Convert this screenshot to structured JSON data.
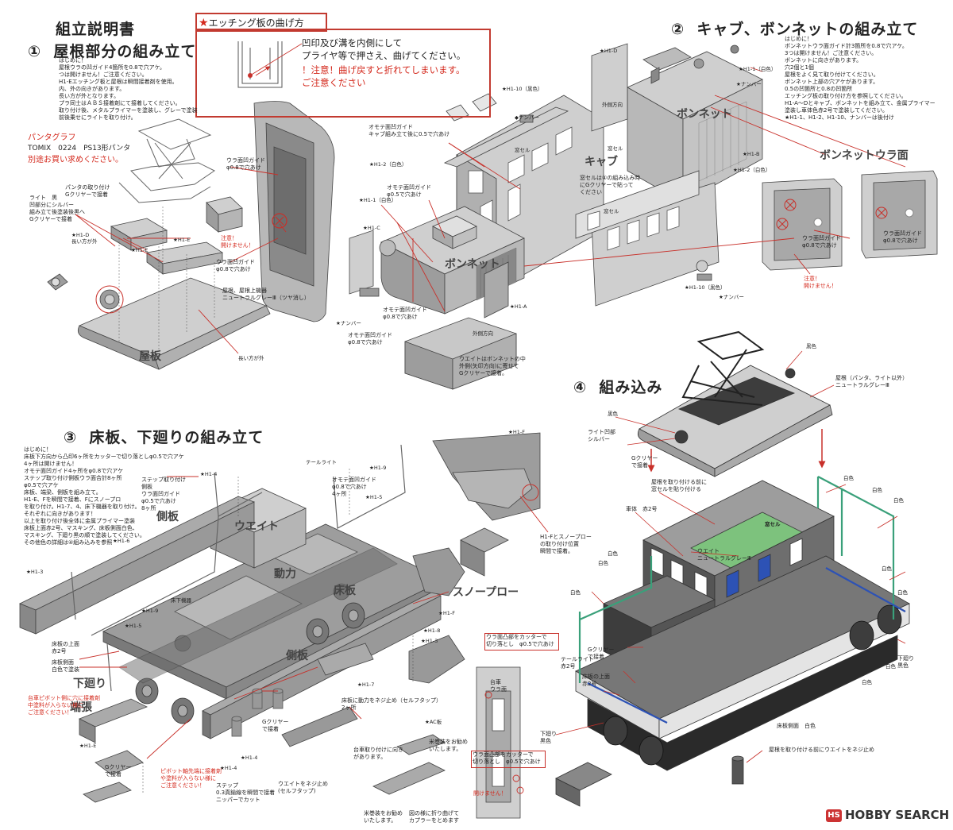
{
  "doc_title": "組立説明書",
  "sections": {
    "s1": {
      "num": "①",
      "title": "屋根部分の組み立て"
    },
    "s2": {
      "num": "②",
      "title": "キャブ、ボンネットの組み立て"
    },
    "s3": {
      "num": "③",
      "title": "床板、下廻りの組み立て"
    },
    "s4": {
      "num": "④",
      "title": "組み込み"
    }
  },
  "etching_box": {
    "title": "エッチング板の曲げ方",
    "line1": "凹印及び溝を内側にして\nプライヤ等で押さえ、曲げてください。",
    "line2": "！注意！曲げ戻すと折れてしまいます。\nご注意ください"
  },
  "s1_notes": "はじめに！\n屋根ウラの凹ガイド4箇所を0.8で穴アケ。\nつは開けません！ご注意ください。\nH1-Eエッチング板と屋根は瞬間接着剤を使用。\n内、外の向きがあります。\n長い方が外となります。\nプラ同士はＡＢＳ接着剤にて接着してください。\n取り付け後、メタルプライマーを塗装し、グレーで塗装\n前後乗せにライトを取り付け。",
  "pantograph": {
    "head": "パンタグラフ",
    "model": "TOMIX　0224　PS13形パンタ",
    "note": "別途お買い求めください。"
  },
  "s1_labels": {
    "panta_mount": "パンタの取り付け\nGクリヤーで接着",
    "light": "ライト　黒\n凹部分にシルバー\n組み立て後塗装後黒へ\nGクリヤーで接着",
    "h1d": "★H1-D\n長い方が外",
    "h1e_a": "★H1-E",
    "h1e_b": "★H1-E",
    "roof_guide": "ウラ面凹ガイド\nφ0.8で穴あけ",
    "caution": "注意！\n開けません！",
    "roof_guide2": "ウラ面凹ガイド\nφ0.8で穴あけ",
    "roof_paint": "屋根、屋根上機器\nニュートラルグレーⅢ（ツヤ消し）",
    "long_side": "長い方が外",
    "roof": "屋板"
  },
  "s2_notes": "はじめに！\nボンネットウラ面ガイド計3箇所を0.8で穴アケ。\n3つは開けません！ご注意ください。\nボンネットに向きがあります。\n穴2個と1個\n屋根をよく見て取り付けてください。\nボンネット上部の穴アケがあります。\n0.5の凹箇所と0.8の凹箇所\nエッチング板の取り付け方を参照してください。\nH1-A～Dとキャブ、ボンネットを組み立て、金属プライマー\n塗装し車体色赤2号で塗装してください。\n★H1-1、H1-2、H1-10、ナンバーは後付け",
  "s2_labels": {
    "h1d": "★H1-D",
    "h1_1": "★H1-1（白色）",
    "number_top": "★ナンバー",
    "h1_10_top": "★H1-10（黒色）",
    "number_mid": "◆ナンバー",
    "outer_guide": "オモテ面凹ガイド\nキャブ組み立て後に0.5で穴あけ",
    "window_sill": "窓セル",
    "outer_guide2": "外側方向",
    "cab": "キャブ",
    "bonnet": "ボンネット",
    "bonnet_back": "ボンネットウラ面",
    "h1b": "★H1-B",
    "h1_2a": "★H1-2（白色）",
    "h1_2b": "★H1-2（白色）",
    "sill_note": "窓セルは④の組み込み時\nにGクリヤーで貼って\nください",
    "h1_1b": "★H1-1（白色）",
    "guide05": "オモテ面凹ガイド\nφ0.5で穴あけ",
    "h1c": "★H1-C",
    "number_low": "★ナンバー",
    "guide08": "オモテ面凹ガイド\nφ0.8で穴あけ",
    "guide08b": "オモテ面凹ガイド\nφ0.8で穴あけ",
    "h1a": "★H1-A",
    "outside_dir": "外側方向",
    "weight_note": "ウエイトはボンネットの中\n外側(矢印方向)に寄せて\nGクリヤーで接着。",
    "sill2": "窓セル",
    "h1_10_low": "★H1-10（黒色）",
    "number_r": "★ナンバー",
    "back_guide": "ウラ面凹ガイド\nφ0.8で穴あけ",
    "back_guide2": "ウラ面凹ガイド\nφ0.8で穴あけ",
    "caution": "注意！\n開けません！",
    "side_dir": "外側方向"
  },
  "s3_notes": "はじめに！\n床板下方向から凸印6ヶ所をカッターで切り落としφ0.5で穴アケ\n4ヶ所は開けません！\nオモテ面凹ガイド4ヶ所をφ0.8で穴アケ\nステップ取り付け側板ウラ面合計8ヶ所\nφ0.5で穴アケ\n床板、端梁、側板を組み立て。\nH1-E、Fを瞬間で接着、Fにスノープロ\nを取り付け。H1-7、4、床下機器を取り付け。\nそれぞれに向きがあります！\n以上を取り付け後全体に金属プライマー塗装\n床板上面赤2号、マスキング、床板側面白色、\nマスキング、下廻り黒の順で塗装してください。\nその他色の詳細は④組み込みを参照",
  "s3_labels": {
    "side_plate": "側板",
    "weight": "ウエイト",
    "power": "動力",
    "floor": "床板",
    "snowplow": "スノープロー",
    "side_plate2": "側板",
    "underbody": "下廻り",
    "beam": "端張",
    "h1_3a": "★H1-3",
    "h1_4a": "★H1-4",
    "step_guide": "ステップ取り付け\n側板\nウラ面凹ガイド\nφ0.5で穴あけ\n8ヶ所",
    "tail": "テールライト",
    "h1_9": "★H1-9",
    "outer4": "オモテ面凹ガイド\nφ0.8で穴あけ\n4ヶ所",
    "h1_5": "★H1-5",
    "h1_6": "★H1-6",
    "underfloor": "床下機器",
    "h1_9b": "★H1-9",
    "h1_5b": "★H1-5",
    "h1f": "★H1-F",
    "h1_8": "★H1-8",
    "h1_3b": "★H1-3",
    "h1_7": "★H1-7",
    "h1_4b": "★H1-4",
    "floor_top": "床板の上面\n赤2号",
    "floor_side": "床板側面\n白色で塗装",
    "pivot_caution": "台車ピボット側に穴に接着剤\n中塗料が入らない様に\nご注意ください！",
    "g_clear": "Gクリヤー\nで接着",
    "h1e": "★H1-E",
    "pivot_caution2": "ピボット軸先端に接着剤\nや塗料が入らない様に\nご注意ください！",
    "step": "ステップ\n0.3真鍮線を瞬間で接着\nニッパーでカット",
    "h1_4c": "★H1-4",
    "g_clear2": "Gクリヤー\nで接着",
    "weight_screw": "ウエイトをネジ止め\n(セルフタップ)",
    "floor_screw": "床板に動力をネジ止め（セルフタップ）\n2ヶ所",
    "bogie": "台車取り付けに向き\nがあります。",
    "ac_plate": "★AC板",
    "coupler": "米巻装をお勧め\nいたします。",
    "coupler2": "米巻装をお勧め\nいたします。",
    "fold": "図の様に折り曲げて\nカプラーをとめます",
    "snow_note": "H1-Fとスノープロー\nの取り付け位置\n瞬間で接着。",
    "cut_note": "ウラ面凸部をカッターで\n切り落とし　φ0.5で穴あけ",
    "cut_note2": "ウラ面凸部をカッターで\n切り落とし　φ0.5で穴あけ",
    "drill_note": "開けません！",
    "bogie_frame": "台車\nウラ面",
    "h1f_top": "★H1-F"
  },
  "s4_labels": {
    "black1": "黒色",
    "roof_color": "屋根（パンタ、ライト以外）\nニュートラルグレーⅢ",
    "black2": "黒色",
    "light_silver": "ライト凹部\nシルバー",
    "g_clear": "Gクリヤー\nで接着",
    "pre_roof": "屋根を取り付ける前に\n窓セルを貼り付ける",
    "body": "車体　赤2号",
    "weight_gray": "ウエイト\nニュートラルグレーⅢ",
    "white": "白色",
    "tail": "テールライト\n赤2号",
    "floor_top": "床板の上面\n赤2号",
    "floor_side": "床板側面　白色",
    "under": "下廻り\n黒色",
    "screw": "屋根を取り付ける前にウエイトをネジ止め",
    "g_clear2": "Gクリヤー\nで接着",
    "bottom": "下廻り\n黒色",
    "window": "窓セル",
    "green_white": "白色"
  },
  "watermark": {
    "badge": "HS",
    "text": "HOBBY SEARCH"
  },
  "colors": {
    "red": "#d42a1e",
    "model_gray": "#9d9d9d",
    "model_light": "#cfcfcf",
    "model_dark": "#3d3d3d",
    "green": "#3aa07a",
    "blue": "#2d52b5"
  }
}
